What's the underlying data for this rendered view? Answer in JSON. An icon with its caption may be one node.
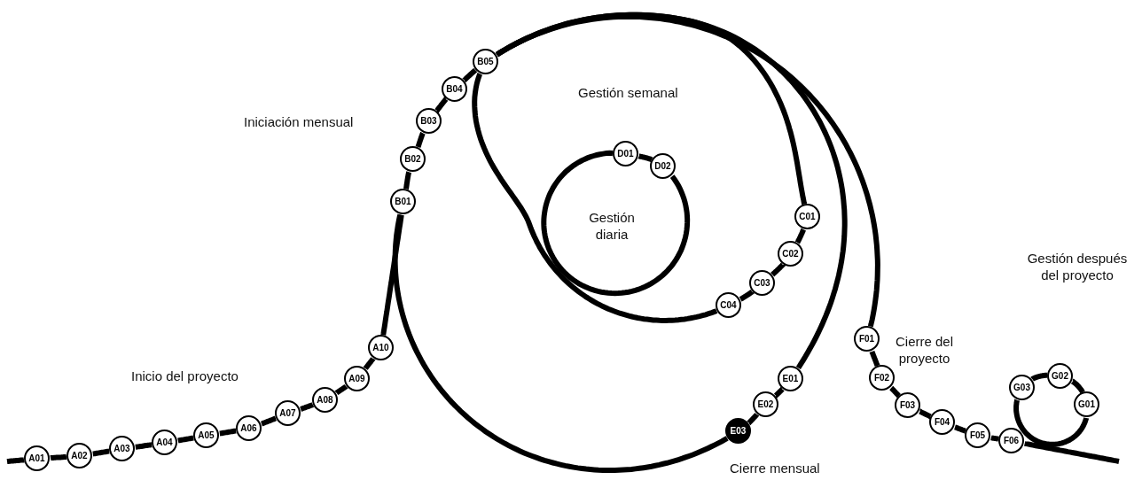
{
  "diagram": {
    "nodes": [
      {
        "text": [
          "A01"
        ]
      },
      {
        "text": [
          "A02"
        ]
      },
      {
        "text": [
          "A03"
        ]
      },
      {
        "text": [
          "A04"
        ]
      },
      {
        "text": [
          "A05"
        ]
      },
      {
        "text": [
          "A06"
        ]
      },
      {
        "text": [
          "A07"
        ]
      },
      {
        "text": [
          "A08"
        ]
      },
      {
        "text": [
          "A09"
        ]
      },
      {
        "text": [
          "A10"
        ]
      },
      {
        "text": [
          "B01"
        ]
      },
      {
        "text": [
          "B02"
        ]
      },
      {
        "text": [
          "B03"
        ]
      },
      {
        "text": [
          "B04"
        ]
      },
      {
        "text": [
          "B05"
        ]
      },
      {
        "text": [
          "C01"
        ]
      },
      {
        "text": [
          "C02"
        ]
      },
      {
        "text": [
          "C03"
        ]
      },
      {
        "text": [
          "C04"
        ]
      },
      {
        "text": [
          "D01"
        ]
      },
      {
        "text": [
          "D02"
        ]
      },
      {
        "text": [
          "E01"
        ]
      },
      {
        "text": [
          "E02"
        ]
      },
      {
        "text": [
          "E03"
        ]
      },
      {
        "text": [
          "F01"
        ]
      },
      {
        "text": [
          "F02"
        ]
      },
      {
        "text": [
          "F03"
        ]
      },
      {
        "text": [
          "F04"
        ]
      },
      {
        "text": [
          "F05"
        ]
      },
      {
        "text": [
          "F06"
        ]
      },
      {
        "text": [
          "G01"
        ]
      },
      {
        "text": [
          "G02"
        ]
      },
      {
        "text": [
          "G03"
        ]
      }
    ],
    "edges": [
      {
        "from": null,
        "to": 0,
        "arrow": "none"
      },
      {
        "from": 0,
        "to": 1,
        "arrow": "none"
      },
      {
        "from": 1,
        "to": 2,
        "arrow": "none"
      },
      {
        "from": 2,
        "to": 3,
        "arrow": "none"
      },
      {
        "from": 3,
        "to": 4,
        "arrow": "none"
      },
      {
        "from": 4,
        "to": 5,
        "arrow": "none"
      },
      {
        "from": 5,
        "to": 6,
        "arrow": "none"
      },
      {
        "from": 6,
        "to": 7,
        "arrow": "none"
      },
      {
        "from": 7,
        "to": 8,
        "arrow": "none"
      },
      {
        "from": 8,
        "to": 9,
        "arrow": "none"
      },
      {
        "from": 9,
        "to": 10,
        "arrow": "none"
      },
      {
        "from": 10,
        "to": 11,
        "arrow": "none"
      },
      {
        "from": 11,
        "to": 12,
        "arrow": "none"
      },
      {
        "from": 12,
        "to": 13,
        "arrow": "none"
      },
      {
        "from": 13,
        "to": 14,
        "arrow": "none"
      },
      {
        "from": 14,
        "to": 15,
        "arrow": "none"
      },
      {
        "from": 15,
        "to": 16,
        "arrow": "none"
      },
      {
        "from": 16,
        "to": 17,
        "arrow": "none"
      },
      {
        "from": 17,
        "to": 18,
        "arrow": "none"
      },
      {
        "from": 18,
        "to": 14,
        "arrow": "none"
      },
      {
        "from": 14,
        "to": 21,
        "arrow": "none"
      },
      {
        "from": 21,
        "to": 22,
        "arrow": "none"
      },
      {
        "from": 22,
        "to": 23,
        "arrow": "none"
      },
      {
        "from": 23,
        "to": 10,
        "arrow": "none"
      },
      {
        "from": 14,
        "to": 24,
        "arrow": "none"
      },
      {
        "from": 24,
        "to": 25,
        "arrow": "none"
      },
      {
        "from": 25,
        "to": 26,
        "arrow": "none"
      },
      {
        "from": 26,
        "to": 27,
        "arrow": "none"
      },
      {
        "from": 27,
        "to": 28,
        "arrow": "none"
      },
      {
        "from": 28,
        "to": 29,
        "arrow": "none"
      },
      {
        "from": 29,
        "to": null,
        "arrow": "none"
      },
      {
        "from": 19,
        "to": 20,
        "arrow": "none"
      },
      {
        "from": 20,
        "to": 19,
        "arrow": "none"
      },
      {
        "from": 30,
        "to": 31,
        "arrow": "none"
      },
      {
        "from": 31,
        "to": 32,
        "arrow": "none"
      },
      {
        "from": 32,
        "to": 30,
        "arrow": "none"
      }
    ],
    "labels": [
      "Iniciación mensual",
      "Gestión semanal",
      "Gestión diaria",
      "Inicio del proyecto",
      "Cierre mensual",
      "Cierre del proyecto",
      "Gestión después del proyecto"
    ]
  }
}
